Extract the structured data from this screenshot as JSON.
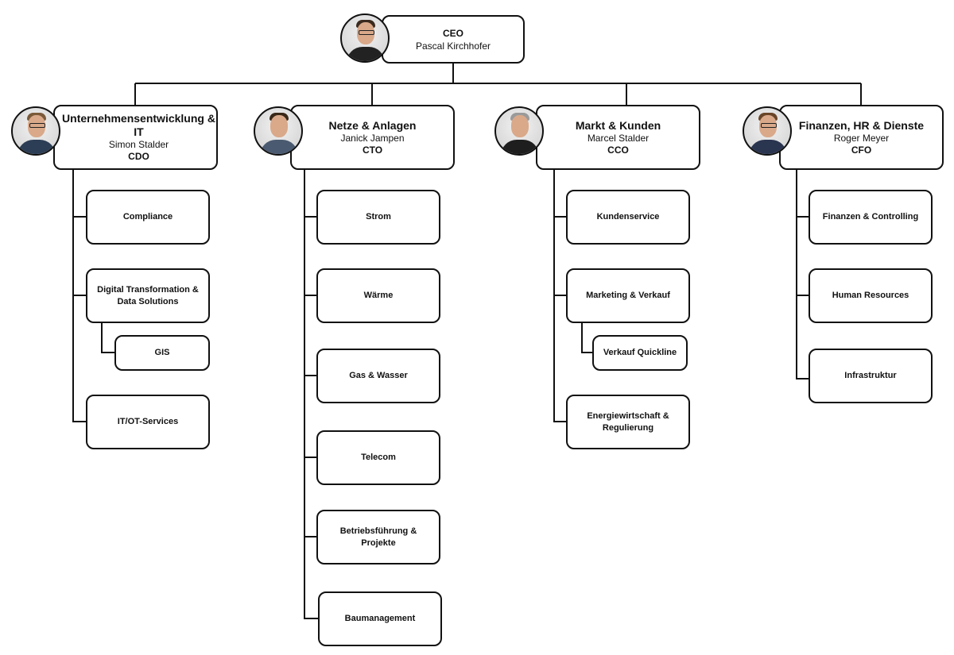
{
  "ceo": {
    "title": "CEO",
    "name": "Pascal Kirchhofer",
    "photo": "ceo-photo"
  },
  "divisions": [
    {
      "title": "Unternehmensentwicklung & IT",
      "name": "Simon Stalder",
      "role": "CDO",
      "units": [
        "Compliance",
        "Digital Transformation & Data Solutions",
        "IT/OT-Services"
      ],
      "subunits": [
        "GIS"
      ]
    },
    {
      "title": "Netze & Anlagen",
      "name": "Janick Jampen",
      "role": "CTO",
      "units": [
        "Strom",
        "Wärme",
        "Gas & Wasser",
        "Telecom",
        "Betriebsführung & Projekte",
        "Baumanagement"
      ]
    },
    {
      "title": "Markt & Kunden",
      "name": "Marcel Stalder",
      "role": "CCO",
      "units": [
        "Kundenservice",
        "Marketing & Verkauf",
        "Energiewirtschaft & Regulierung"
      ],
      "subunits": [
        "Verkauf Quickline"
      ]
    },
    {
      "title": "Finanzen, HR & Dienste",
      "name": "Roger Meyer",
      "role": "CFO",
      "units": [
        "Finanzen & Controlling",
        "Human Resources",
        "Infrastruktur"
      ]
    }
  ],
  "colors": {
    "line": "#111111",
    "box_border": "#111111",
    "background": "#ffffff"
  }
}
